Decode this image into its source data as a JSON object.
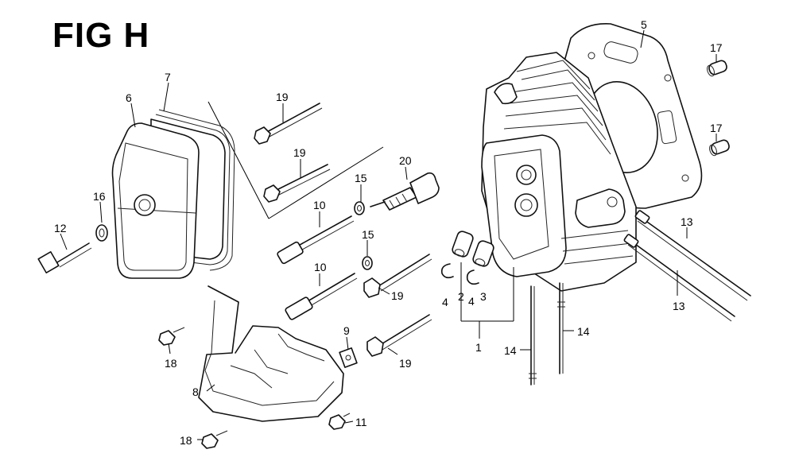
{
  "figure": {
    "title": "FIG H"
  },
  "callouts": {
    "c1": "1",
    "c2": "2",
    "c3": "3",
    "c4a": "4",
    "c4b": "4",
    "c5": "5",
    "c6": "6",
    "c7": "7",
    "c8": "8",
    "c9": "9",
    "c10a": "10",
    "c10b": "10",
    "c11": "11",
    "c12": "12",
    "c13a": "13",
    "c13b": "13",
    "c14a": "14",
    "c14b": "14",
    "c15a": "15",
    "c15b": "15",
    "c16": "16",
    "c17a": "17",
    "c17b": "17",
    "c18a": "18",
    "c18b": "18",
    "c19a": "19",
    "c19b": "19",
    "c19c": "19",
    "c19d": "19",
    "c20": "20"
  }
}
